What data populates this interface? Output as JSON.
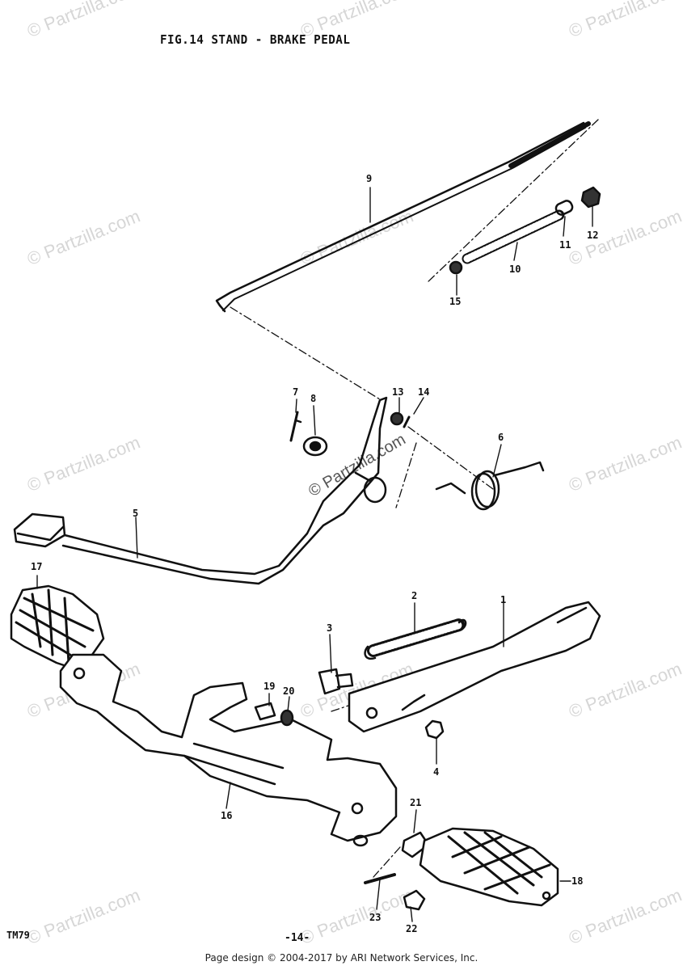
{
  "title": "FIG.14  STAND - BRAKE PEDAL",
  "code": "TM79",
  "page_number": "-14-",
  "footer": "Page design © 2004-2017 by ARI Network Services, Inc.",
  "watermark": "© Partzilla.com",
  "callouts": [
    "1",
    "2",
    "3",
    "4",
    "5",
    "6",
    "7",
    "8",
    "9",
    "10",
    "11",
    "12",
    "13",
    "14",
    "15",
    "16",
    "17",
    "18",
    "19",
    "20",
    "21",
    "22",
    "23"
  ]
}
